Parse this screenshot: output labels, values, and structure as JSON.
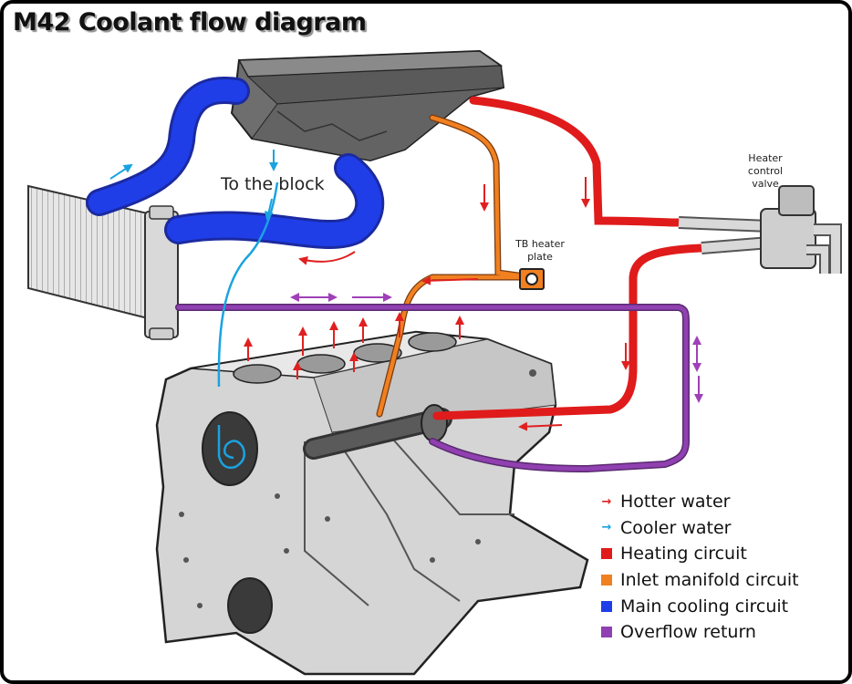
{
  "title": "M42 Coolant flow diagram",
  "labels": {
    "to_the_block": "To the block",
    "tb_heater_plate": [
      "TB heater",
      "plate"
    ],
    "heater_control_valve": [
      "Heater",
      "control",
      "valve"
    ]
  },
  "legend": [
    {
      "kind": "arrow",
      "color": "#e02020",
      "label": "Hotter water",
      "glyph": "→"
    },
    {
      "kind": "arrow",
      "color": "#1aa3e0",
      "label": "Cooler water",
      "glyph": "→"
    },
    {
      "kind": "swatch",
      "color": "#e01b1b",
      "label": "Heating circuit"
    },
    {
      "kind": "swatch",
      "color": "#f08020",
      "label": "Inlet manifold circuit"
    },
    {
      "kind": "swatch",
      "color": "#1f3ee8",
      "label": "Main cooling circuit"
    },
    {
      "kind": "swatch",
      "color": "#9040b0",
      "label": "Overflow return"
    }
  ],
  "colors": {
    "heating": "#e01b1b",
    "inlet": "#f08020",
    "main": "#1f3ee8",
    "overflow": "#9040b0",
    "hot_arrow": "#e02020",
    "cool_arrow": "#1aa3e0",
    "metal": "#cfcfcf",
    "metal_dark": "#7d7d7d"
  }
}
